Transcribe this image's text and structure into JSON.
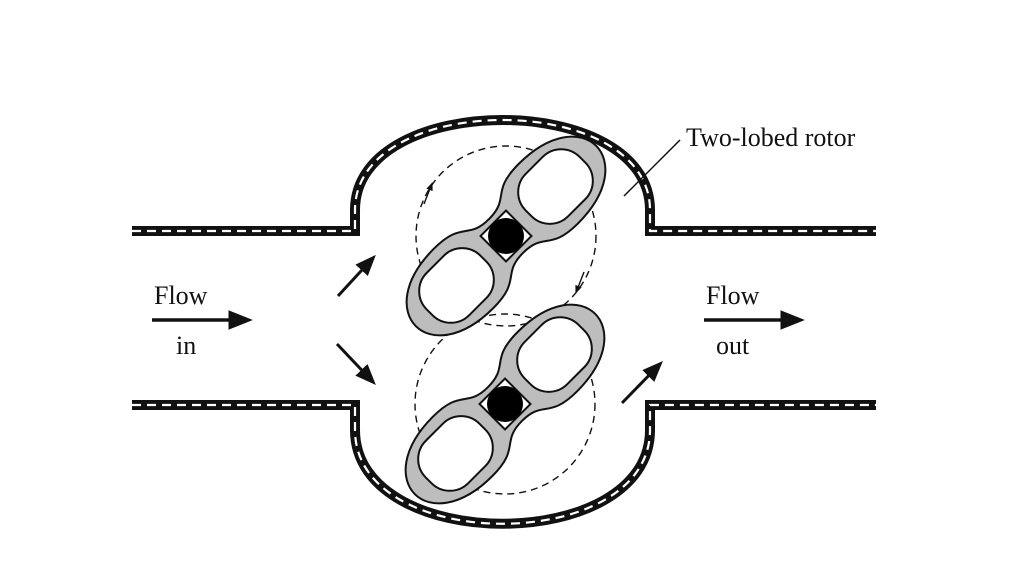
{
  "labels": {
    "rotor": "Two-lobed rotor",
    "flow_in_top": "Flow",
    "flow_in_bottom": "in",
    "flow_out_top": "Flow",
    "flow_out_bottom": "out"
  },
  "colors": {
    "line": "#111111",
    "rotor_fill": "#b9b9b9",
    "hub": "#000000",
    "background": "#ffffff"
  }
}
